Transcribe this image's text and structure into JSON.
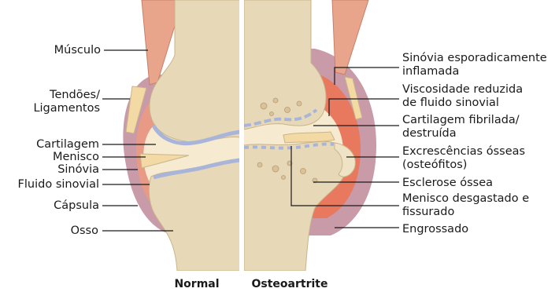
{
  "left_labels": {
    "musculo": "Músculo",
    "tendoes_1": "Tendões/",
    "tendoes_2": "Ligamentos",
    "cartilagem": "Cartilagem",
    "menisco": "Menisco",
    "sinovia": "Sinóvia",
    "fluido": "Fluido sinovial",
    "capsula": "Cápsula",
    "osso": "Osso"
  },
  "right_labels": {
    "sinovia_infl_1": "Sinóvia esporadicamente",
    "sinovia_infl_2": "inflamada",
    "viscosidade_1": "Viscosidade reduzida",
    "viscosidade_2": "de fluido sinovial",
    "cartilagem_fib_1": "Cartilagem fibrilada/",
    "cartilagem_fib_2": "destruída",
    "excrescencias_1": "Excrescências ósseas",
    "excrescencias_2": "(osteófitos)",
    "esclerose": "Esclerose óssea",
    "menisco_desg_1": "Menisco desgastado e",
    "menisco_desg_2": "fissurado",
    "engrossado": "Engrossado"
  },
  "captions": {
    "normal": "Normal",
    "osteoartrite": "Osteoartrite"
  },
  "colors": {
    "bone": "#e7d8b8",
    "bone_edge": "#c9b48a",
    "cartilage": "#a9b5d8",
    "capsule": "#c99aa8",
    "synovium": "#e89a86",
    "fluid": "#f6ead0",
    "muscle": "#e8a58c",
    "tendon": "#f3d9a4",
    "divider": "#ffffff"
  }
}
